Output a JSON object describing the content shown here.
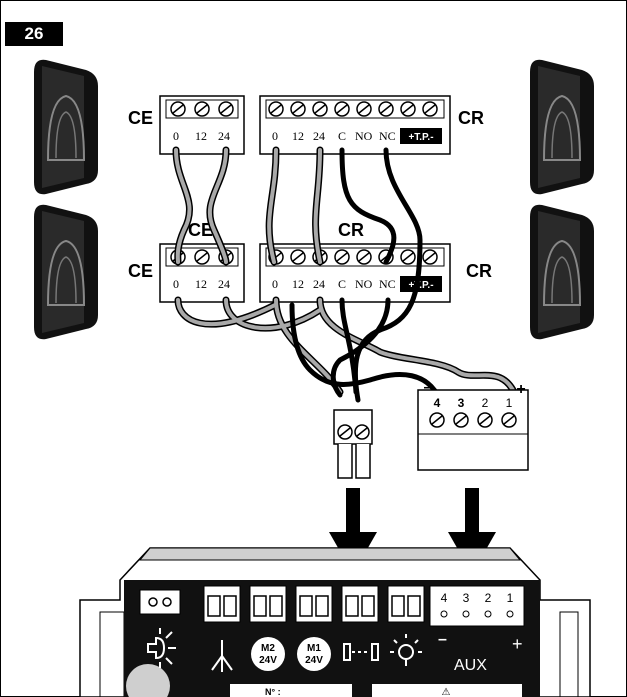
{
  "figure": {
    "number": "26"
  },
  "photocells": {
    "top_left": "CE",
    "top_right": "CR",
    "bottom_left": "CE",
    "bottom_right": "CR"
  },
  "blocks": {
    "ce_top": {
      "terminals": [
        "0",
        "12",
        "24"
      ]
    },
    "cr_top": {
      "terminals": [
        "0",
        "12",
        "24",
        "C",
        "NO",
        "NC"
      ],
      "tp": "+T.P.-"
    },
    "ce_bottom": {
      "title": "CE",
      "terminals": [
        "0",
        "12",
        "24"
      ]
    },
    "cr_bottom": {
      "title": "CR",
      "terminals": [
        "0",
        "12",
        "24",
        "C",
        "NO",
        "NC"
      ],
      "tp": "+T.P.-"
    }
  },
  "aux_connector": {
    "numbers": [
      "4",
      "3",
      "2",
      "1"
    ],
    "minus": "–",
    "plus": "+"
  },
  "board": {
    "motor2": [
      "M2",
      "24V"
    ],
    "motor1": [
      "M1",
      "24V"
    ],
    "aux_numbers": [
      "4",
      "3",
      "2",
      "1"
    ],
    "aux_minus": "–",
    "aux_plus": "+",
    "aux_label": "AUX",
    "serial_label": "N° :",
    "warning": "⚠"
  }
}
